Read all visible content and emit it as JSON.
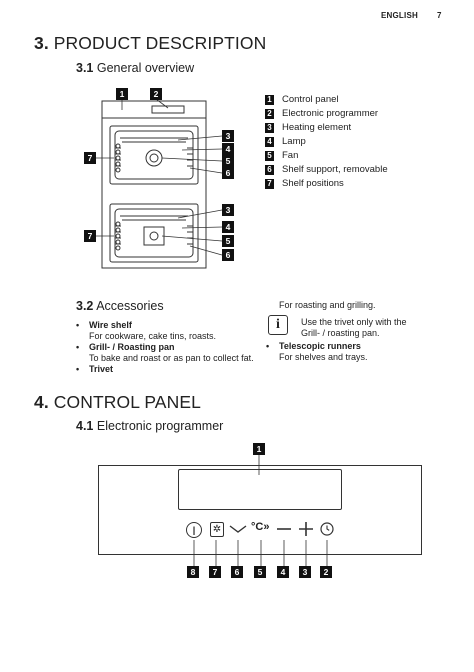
{
  "header": {
    "language": "ENGLISH",
    "page_number": "7"
  },
  "section3": {
    "number": "3.",
    "title": "PRODUCT DESCRIPTION",
    "sub1": {
      "number": "3.1",
      "title": "General overview"
    },
    "callouts_top": [
      "1",
      "2"
    ],
    "callouts_right_upper": [
      "3",
      "4",
      "5",
      "6"
    ],
    "callouts_right_lower": [
      "3",
      "4",
      "5",
      "6"
    ],
    "callouts_left": [
      "7",
      "7"
    ],
    "legend": [
      {
        "num": "1",
        "label": "Control panel"
      },
      {
        "num": "2",
        "label": "Electronic programmer"
      },
      {
        "num": "3",
        "label": "Heating element"
      },
      {
        "num": "4",
        "label": "Lamp"
      },
      {
        "num": "5",
        "label": "Fan"
      },
      {
        "num": "6",
        "label": "Shelf support, removable"
      },
      {
        "num": "7",
        "label": "Shelf positions"
      }
    ],
    "sub2": {
      "number": "3.2",
      "title": "Accessories"
    },
    "accessories": [
      {
        "name": "Wire shelf",
        "desc": "For cookware, cake tins, roasts."
      },
      {
        "name": "Grill- / Roasting pan",
        "desc": "To bake and roast or as pan to collect fat."
      },
      {
        "name": "Trivet",
        "desc": ""
      }
    ],
    "trivet_desc": "For roasting and grilling.",
    "info_note": "Use the trivet only with the Grill- / roasting pan.",
    "telescopic": {
      "name": "Telescopic runners",
      "desc": "For shelves and trays."
    }
  },
  "section4": {
    "number": "4.",
    "title": "CONTROL PANEL",
    "sub1": {
      "number": "4.1",
      "title": "Electronic programmer"
    },
    "display_callout": "1",
    "buttons": [
      {
        "icon": "power-icon",
        "glyph": "①",
        "callout": "8"
      },
      {
        "icon": "light-icon",
        "glyph": "⊛",
        "callout": "7"
      },
      {
        "icon": "chevron-down-icon",
        "glyph": "﹀",
        "callout": "6"
      },
      {
        "icon": "temperature-icon",
        "glyph": "°C»",
        "callout": "5"
      },
      {
        "icon": "minus-icon",
        "glyph": "—",
        "callout": "4"
      },
      {
        "icon": "plus-icon",
        "glyph": "+",
        "callout": "3"
      },
      {
        "icon": "clock-icon",
        "glyph": "⊙",
        "callout": "2"
      }
    ]
  }
}
